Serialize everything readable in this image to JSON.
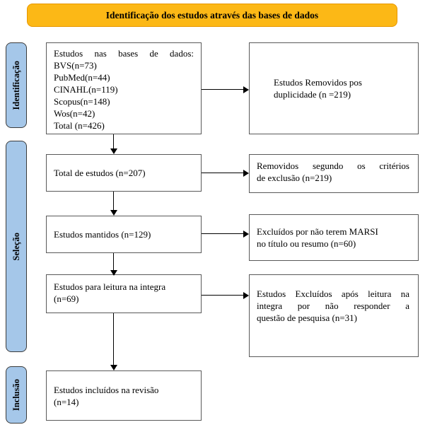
{
  "banner": {
    "label": "Identificação dos estudos através das bases de dados"
  },
  "stages": [
    {
      "label": "Identificação"
    },
    {
      "label": "Seleção"
    },
    {
      "label": "Inclusão"
    }
  ],
  "flow_boxes": [
    {
      "id": "databases",
      "lines": [
        "Estudos nas bases de dados:",
        "BVS(n=73)",
        "PubMed(n=44)",
        "CINAHL(n=119)",
        "Scopus(n=148)",
        "Wos(n=42)",
        "Total (n=426)"
      ]
    },
    {
      "id": "total",
      "text": "Total de estudos (n=207)"
    },
    {
      "id": "kept",
      "text": "Estudos mantidos (n=129)"
    },
    {
      "id": "fulltext",
      "lines": [
        "Estudos para leitura na integra",
        "(n=69)"
      ]
    },
    {
      "id": "included",
      "lines": [
        "Estudos incluídos na revisão",
        "(n=14)"
      ]
    }
  ],
  "exclusion_boxes": [
    {
      "id": "duplicates",
      "lines": [
        "Estudos Removidos pos",
        "duplicidade (n =219)"
      ]
    },
    {
      "id": "criteria",
      "lines": [
        "Removidos segundo os critérios",
        "de exclusão (n=219)"
      ]
    },
    {
      "id": "marsi",
      "lines": [
        "Excluídos por não terem MARSI",
        "no título ou resumo (n=60)"
      ]
    },
    {
      "id": "noanswer",
      "lines": [
        "Estudos Excluídos após leitura na",
        "integra por não responder a",
        "questão de pesquisa (n=31)"
      ]
    }
  ],
  "colors": {
    "banner_fill": "#fcb816",
    "banner_border": "#e79700",
    "stage_fill": "#a5c7e9",
    "stage_border": "#3b3b3b",
    "box_border": "#595959",
    "arrow_color": "#000000",
    "text_color": "#000000",
    "page_bg": "#ffffff"
  }
}
